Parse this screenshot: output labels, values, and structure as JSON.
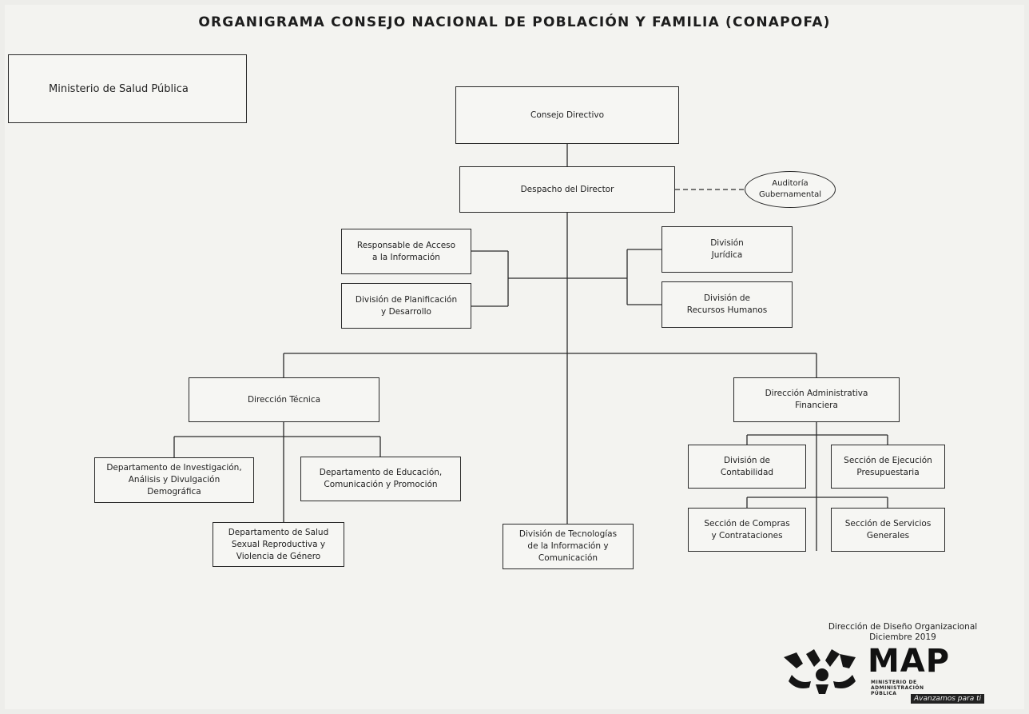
{
  "title": "ORGANIGRAMA CONSEJO NACIONAL DE POBLACIÓN Y FAMILIA (CONAPOFA)",
  "ministry": "Ministerio de Salud Pública",
  "nodes": {
    "consejo": "Consejo Directivo",
    "despacho": "Despacho del Director",
    "auditoria": "Auditoría\nGubernamental",
    "acceso": "Responsable de Acceso\na la Información",
    "planificacion": "División de Planificación\ny Desarrollo",
    "juridica": "División\nJurídica",
    "rrhh": "División de\nRecursos Humanos",
    "tecnica": "Dirección Técnica",
    "admin": "Dirección Administrativa\nFinanciera",
    "investigacion": "Departamento de Investigación,\nAnálisis y Divulgación\nDemográfica",
    "educacion": "Departamento de Educación,\nComunicación y Promoción",
    "salud": "Departamento de Salud\nSexual Reproductiva y\nViolencia de Género",
    "tic": "División de Tecnologías\nde la Información y\nComunicación",
    "contabilidad": "División de\nContabilidad",
    "ejecucion": "Sección de Ejecución\nPresupuestaria",
    "compras": "Sección de Compras\ny Contrataciones",
    "servicios": "Sección de Servicios\nGenerales"
  },
  "footer": {
    "line1": "Dirección de Diseño Organizacional",
    "line2": "Diciembre 2019"
  },
  "logo": {
    "name": "MAP",
    "subtitle": "MINISTERIO DE\nADMINISTRACIÓN\nPÚBLICA",
    "tagline": "Avanzamos para ti"
  }
}
